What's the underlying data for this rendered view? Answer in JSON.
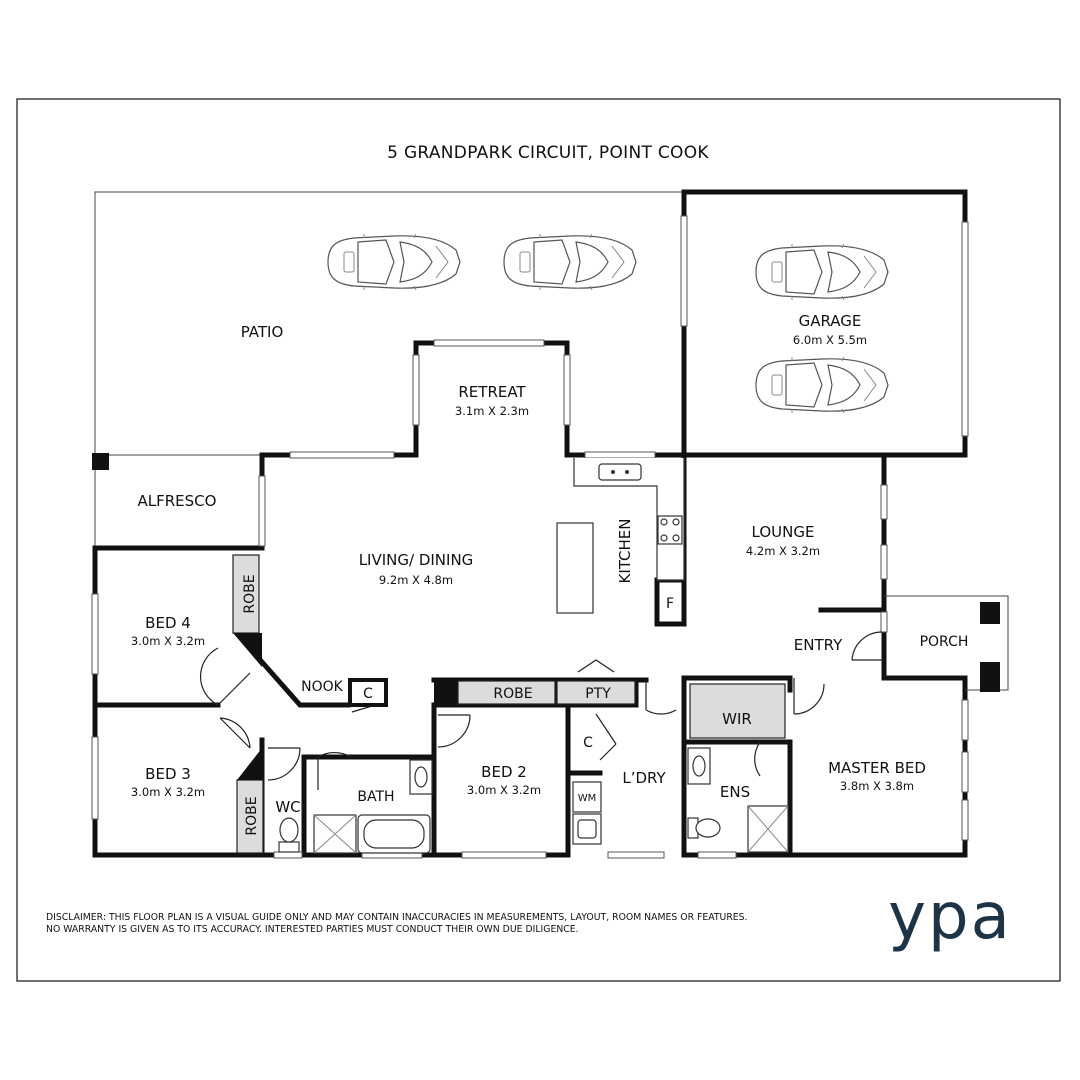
{
  "title": "5 GRANDPARK CIRCUIT, POINT COOK",
  "rooms": {
    "patio": {
      "name": "PATIO"
    },
    "garage": {
      "name": "GARAGE",
      "dim": "6.0m X 5.5m"
    },
    "retreat": {
      "name": "RETREAT",
      "dim": "3.1m X 2.3m"
    },
    "alfresco": {
      "name": "ALFRESCO"
    },
    "living": {
      "name": "LIVING/ DINING",
      "dim": "9.2m X 4.8m"
    },
    "kitchen": {
      "name": "KITCHEN"
    },
    "lounge": {
      "name": "LOUNGE",
      "dim": "4.2m X 3.2m"
    },
    "bed4": {
      "name": "BED 4",
      "dim": "3.0m X 3.2m"
    },
    "bed3": {
      "name": "BED 3",
      "dim": "3.0m X 3.2m"
    },
    "bed2": {
      "name": "BED 2",
      "dim": "3.0m X 3.2m"
    },
    "master": {
      "name": "MASTER BED",
      "dim": "3.8m X 3.8m"
    },
    "entry": {
      "name": "ENTRY"
    },
    "porch": {
      "name": "PORCH"
    },
    "nook": {
      "name": "NOOK"
    },
    "bath": {
      "name": "BATH"
    },
    "wc": {
      "name": "WC"
    },
    "laundry": {
      "name": "L’DRY"
    },
    "ens": {
      "name": "ENS"
    },
    "wir": {
      "name": "WIR"
    }
  },
  "labels": {
    "robe": "ROBE",
    "pty": "PTY",
    "cupboard": "C",
    "fridge": "F",
    "wm": "WM"
  },
  "disclaimer": [
    "DISCLAIMER: THIS FLOOR PLAN IS A VISUAL GUIDE ONLY AND MAY CONTAIN INACCURACIES IN MEASUREMENTS, LAYOUT, ROOM NAMES OR FEATURES.",
    "NO WARRANTY IS GIVEN AS TO ITS ACCURACY. INTERESTED PARTIES MUST CONDUCT THEIR OWN DUE DILIGENCE."
  ],
  "logo": "ypa",
  "colors": {
    "logo": "#1d3346",
    "fixture_fill": "#dcdcdc",
    "wall": "#111111"
  }
}
